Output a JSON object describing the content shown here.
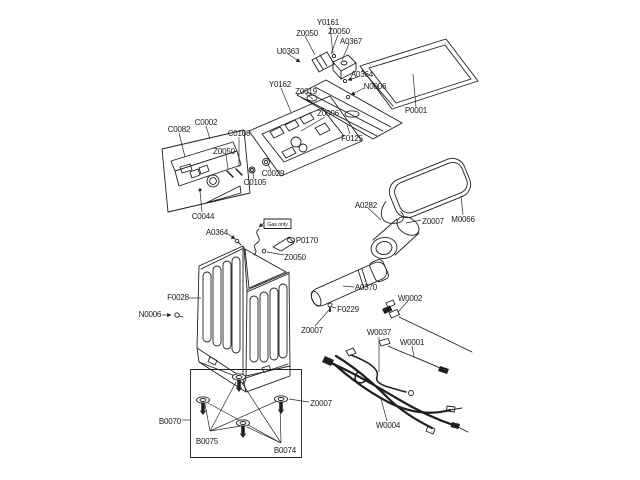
{
  "diagram": {
    "kind": "exploded-parts-diagram",
    "colors": {
      "background": "#ffffff",
      "ink": "#1a1a1a"
    }
  },
  "callout": {
    "gas_only": "Gas only"
  },
  "labels": [
    {
      "id": "Y0161",
      "text": "Y0161"
    },
    {
      "id": "Z0050",
      "text": "Z0050"
    },
    {
      "id": "Z0050",
      "text": "Z0050"
    },
    {
      "id": "U0363",
      "text": "U0363"
    },
    {
      "id": "A0367",
      "text": "A0367"
    },
    {
      "id": "A0364",
      "text": "A0364"
    },
    {
      "id": "N0006",
      "text": "N0006"
    },
    {
      "id": "P0001",
      "text": "P0001"
    },
    {
      "id": "Y0162",
      "text": "Y0162"
    },
    {
      "id": "Z0019",
      "text": "Z0019"
    },
    {
      "id": "Z0006",
      "text": "Z0006"
    },
    {
      "id": "F0125",
      "text": "F0125"
    },
    {
      "id": "C0082",
      "text": "C0082"
    },
    {
      "id": "C0002",
      "text": "C0002"
    },
    {
      "id": "C0108",
      "text": "C0108"
    },
    {
      "id": "Z0050",
      "text": "Z0050"
    },
    {
      "id": "C0029",
      "text": "C0029"
    },
    {
      "id": "C0105",
      "text": "C0105"
    },
    {
      "id": "C0044",
      "text": "C0044"
    },
    {
      "id": "A0364",
      "text": "A0364"
    },
    {
      "id": "P0170",
      "text": "P0170"
    },
    {
      "id": "Z0050",
      "text": "Z0050"
    },
    {
      "id": "A0282",
      "text": "A0282"
    },
    {
      "id": "Z0007",
      "text": "Z0007"
    },
    {
      "id": "M0066",
      "text": "M0066"
    },
    {
      "id": "A0370",
      "text": "A0370"
    },
    {
      "id": "F0229",
      "text": "F0229"
    },
    {
      "id": "Z0007",
      "text": "Z0007"
    },
    {
      "id": "F0028",
      "text": "F0028"
    },
    {
      "id": "N0006",
      "text": "N0006"
    },
    {
      "id": "W0002",
      "text": "W0002"
    },
    {
      "id": "W0037",
      "text": "W0037"
    },
    {
      "id": "W0001",
      "text": "W0001"
    },
    {
      "id": "W0004",
      "text": "W0004"
    },
    {
      "id": "B0070",
      "text": "B0070"
    },
    {
      "id": "B0075",
      "text": "B0075"
    },
    {
      "id": "B0074",
      "text": "B0074"
    },
    {
      "id": "Z0007",
      "text": "Z0007"
    }
  ]
}
